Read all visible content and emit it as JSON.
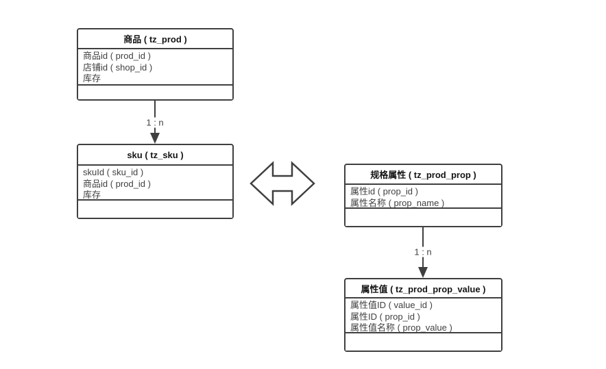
{
  "diagram": {
    "colors": {
      "border": "#3f3f3f",
      "line": "#3f3f3f",
      "title_text": "#141414",
      "field_text": "#3f3f3f",
      "background": "#ffffff"
    },
    "entities": [
      {
        "id": "prod",
        "title": "商品 ( tz_prod )",
        "fields": [
          "商品id ( prod_id )",
          "店铺id ( shop_id )",
          "库存"
        ]
      },
      {
        "id": "sku",
        "title": "sku ( tz_sku )",
        "fields": [
          "skuId ( sku_id )",
          "商品id ( prod_id )",
          "库存"
        ]
      },
      {
        "id": "prod_prop",
        "title": "规格属性 ( tz_prod_prop )",
        "fields": [
          "属性id ( prop_id )",
          "属性名称 ( prop_name )"
        ]
      },
      {
        "id": "prod_prop_value",
        "title": "属性值 ( tz_prod_prop_value )",
        "fields": [
          "属性值ID ( value_id )",
          "属性ID ( prop_id )",
          "属性值名称 ( prop_value )"
        ]
      }
    ],
    "relations": [
      {
        "from": "商品 ( tz_prod )",
        "to": "sku ( tz_sku )",
        "label": "1 : n",
        "type": "one-to-many"
      },
      {
        "from": "规格属性 ( tz_prod_prop )",
        "to": "属性值 ( tz_prod_prop_value )",
        "label": "1 : n",
        "type": "one-to-many"
      },
      {
        "from": "sku ( tz_sku )",
        "to": "规格属性 ( tz_prod_prop )",
        "label": "",
        "type": "bidirectional"
      }
    ]
  }
}
